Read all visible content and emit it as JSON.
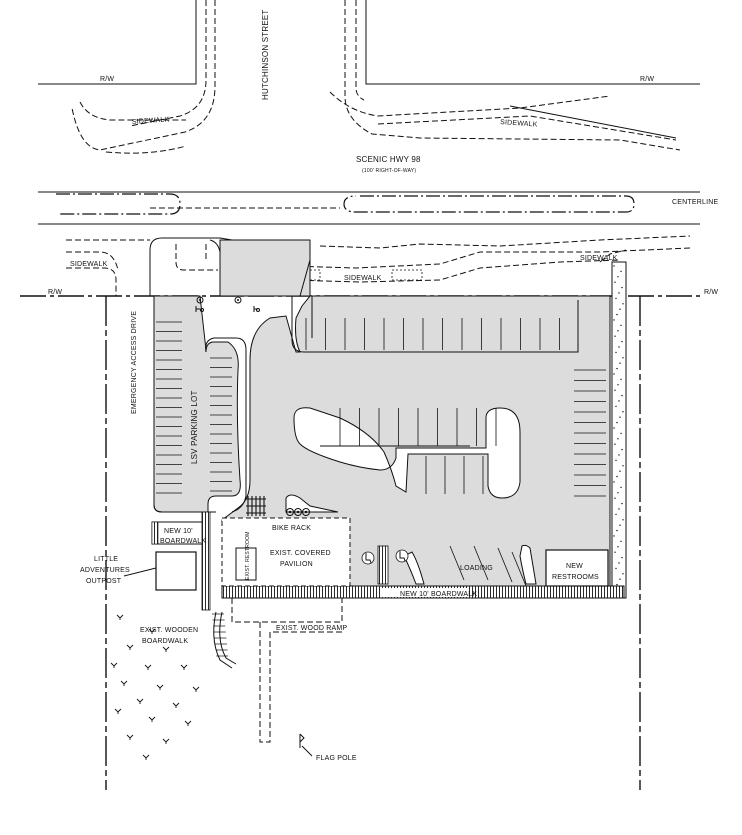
{
  "labels": {
    "rw_top_left": "R/W",
    "rw_top_right": "R/W",
    "hutchinson_street": "HUTCHINSON STREET",
    "sidewalk_top_left": "SIDEWALK",
    "sidewalk_top_right": "SIDEWALK",
    "scenic_hwy": "SCENIC HWY 98",
    "right_of_way": "(100' RIGHT-OF-WAY)",
    "centerline": "CENTERLINE",
    "sidewalk_mid_left": "SIDEWALK",
    "sidewalk_mid_center": "SIDEWALK",
    "sidewalk_mid_right": "SIDEWALK",
    "rw_mid_left": "R/W",
    "rw_mid_right": "R/W",
    "emergency_access_drive": "EMERGENCY ACCESS DRIVE",
    "lsv_parking_lot": "LSV PARKING LOT",
    "bike_rack": "BIKE RACK",
    "new_boardwalk_left_1": "NEW 10'",
    "new_boardwalk_left_2": "BOARDWALK",
    "exist_covered_pavilion_1": "EXIST. COVERED",
    "exist_covered_pavilion_2": "PAVILION",
    "exist_restroom": "EXIST. RESTROOM",
    "loading": "LOADING",
    "new_restrooms_1": "NEW",
    "new_restrooms_2": "RESTROOMS",
    "new_boardwalk_bottom": "NEW 10' BOARDWALK",
    "little_adventures_1": "LITTLE",
    "little_adventures_2": "ADVENTURES",
    "little_adventures_3": "OUTPOST",
    "exist_wood_ramp": "EXIST. WOOD RAMP",
    "exist_wooden_boardwalk_1": "EXIST. WOODEN",
    "exist_wooden_boardwalk_2": "BOARDWALK",
    "flag_pole": "FLAG POLE"
  },
  "colors": {
    "linework": "#111111",
    "pavement": "#dcdcdc",
    "background": "#ffffff"
  },
  "icons": [
    "accessible-parking-icon",
    "bike-rack-icon",
    "flag-icon",
    "light-pole-icon",
    "vegetation-icon"
  ]
}
